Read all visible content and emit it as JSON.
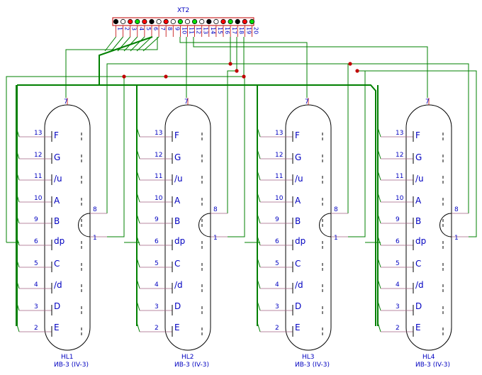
{
  "connector": {
    "name": "XT2",
    "pins": [
      "1",
      "2",
      "3",
      "4",
      "5",
      "6",
      "7",
      "8",
      "9",
      "10",
      "11",
      "12",
      "13",
      "14",
      "15",
      "16",
      "17",
      "18",
      "19",
      "20"
    ],
    "pin_colors": [
      "black",
      "white",
      "red",
      "green",
      "red",
      "black",
      "white",
      "red",
      "white",
      "green",
      "white",
      "green",
      "white",
      "black",
      "white",
      "red",
      "green",
      "black",
      "red",
      "green"
    ]
  },
  "tube_segments": [
    {
      "pin": "13",
      "label": "F"
    },
    {
      "pin": "12",
      "label": "G"
    },
    {
      "pin": "11",
      "label": "/u"
    },
    {
      "pin": "10",
      "label": "A"
    },
    {
      "pin": "9",
      "label": "B"
    },
    {
      "pin": "6",
      "label": "dp"
    },
    {
      "pin": "5",
      "label": "C"
    },
    {
      "pin": "4",
      "label": "/d"
    },
    {
      "pin": "3",
      "label": "D"
    },
    {
      "pin": "2",
      "label": "E"
    }
  ],
  "tube_top_pin": "7",
  "tube_side_pins": [
    "8",
    "1"
  ],
  "tubes": [
    {
      "ref": "HL1",
      "type": "ИВ-3 (IV-3)"
    },
    {
      "ref": "HL2",
      "type": "ИВ-3 (IV-3)"
    },
    {
      "ref": "HL3",
      "type": "ИВ-3 (IV-3)"
    },
    {
      "ref": "HL4",
      "type": "ИВ-3 (IV-3)"
    }
  ],
  "colors": {
    "wire": "#008000",
    "outline": "#000000",
    "pin_mark": "#c00000",
    "text": "#0000c0",
    "junction": "#c00000",
    "conn_green": "#00e000",
    "conn_red": "#ff0000"
  }
}
